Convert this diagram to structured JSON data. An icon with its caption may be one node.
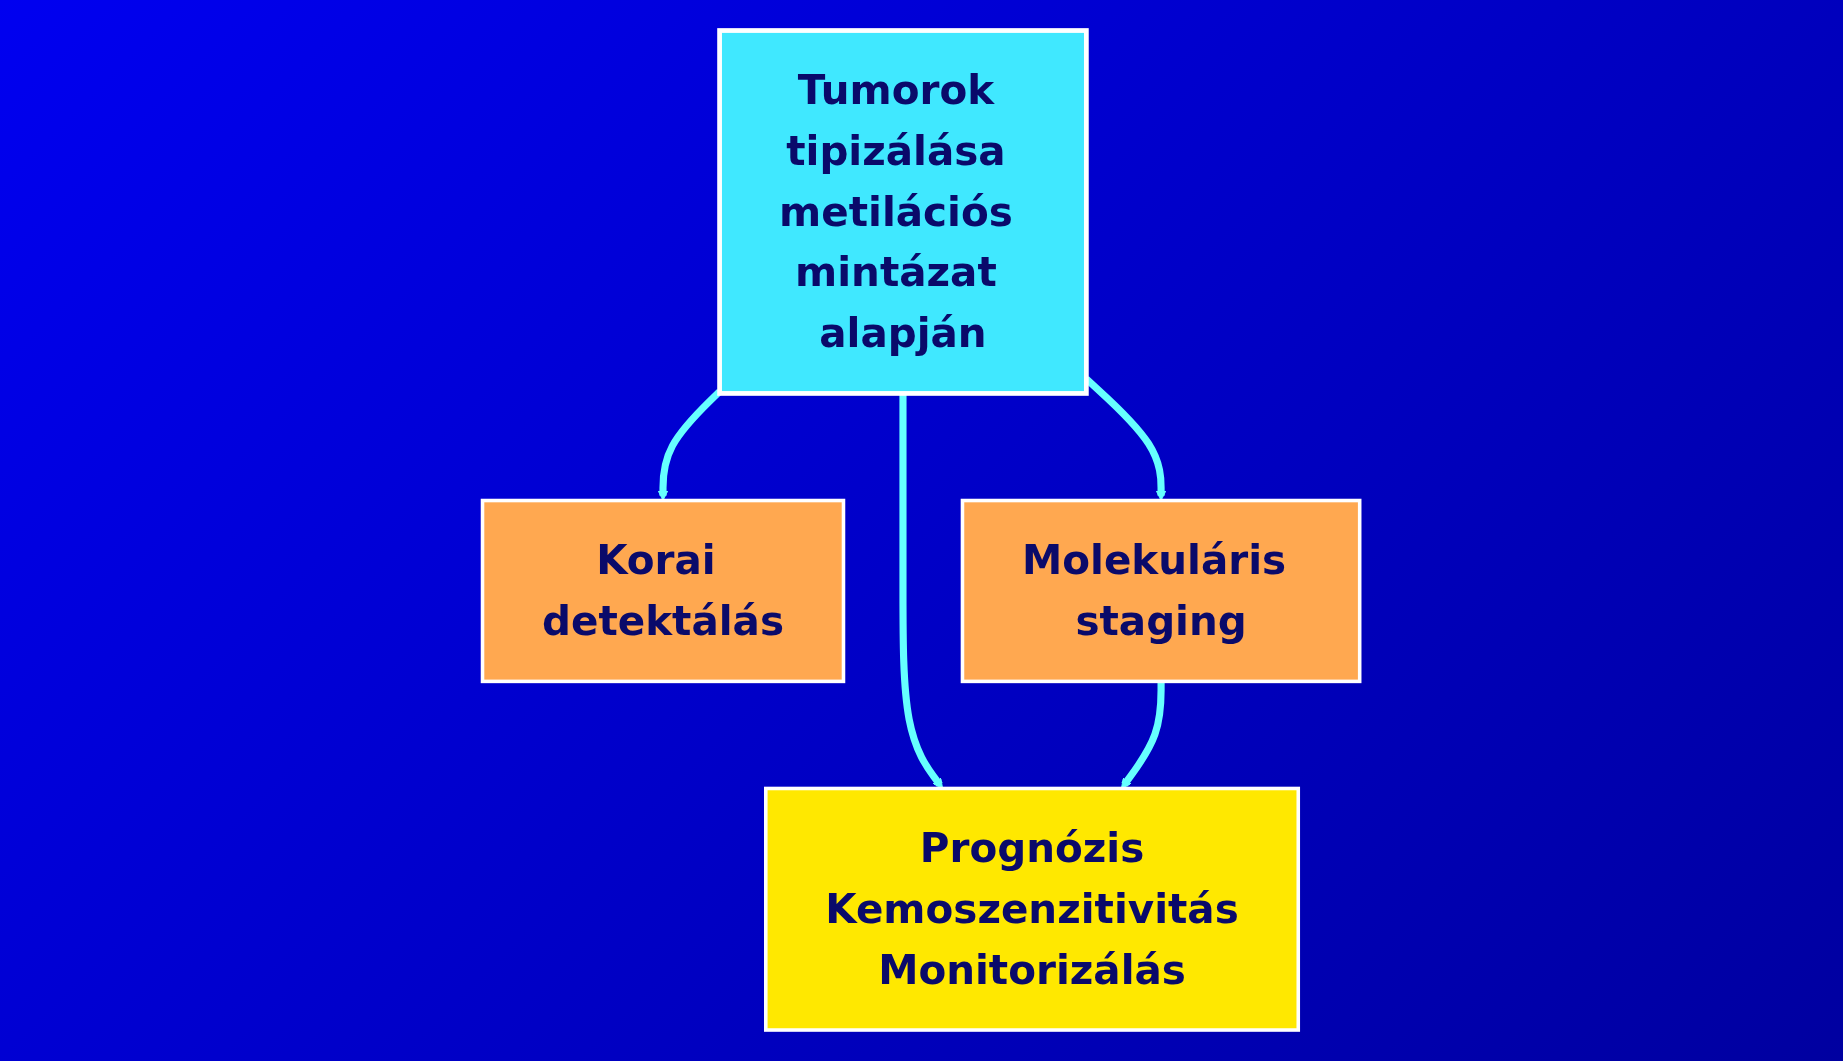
{
  "diagram": {
    "nodes": [
      {
        "text": [
          "Tumorok tipizálása metilációs mintázat alapján"
        ]
      },
      {
        "text": [
          "Korai detektálás"
        ]
      },
      {
        "text": [
          "Molekuláris staging"
        ]
      },
      {
        "text": [
          "Prognózis",
          "Kemoszenzitivitás",
          "Monitorizálás"
        ]
      }
    ],
    "edges": [
      {
        "from": 0,
        "to": 1,
        "arrow": "to"
      },
      {
        "from": 0,
        "to": 2,
        "arrow": "to"
      },
      {
        "from": 0,
        "to": 3,
        "arrow": "to"
      },
      {
        "from": 2,
        "to": 3,
        "arrow": "to"
      }
    ]
  }
}
